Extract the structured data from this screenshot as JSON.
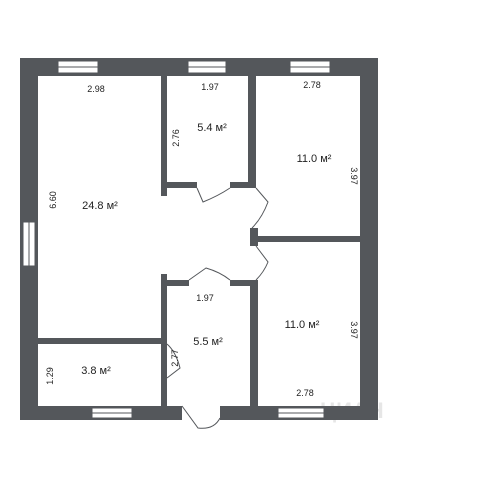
{
  "rooms": [
    {
      "id": "living",
      "area": "24.8 м²",
      "width": "2.98",
      "height": "6.60"
    },
    {
      "id": "bath-top",
      "area": "5.4 м²",
      "width": "1.97",
      "height": "2.76"
    },
    {
      "id": "bedroom-top",
      "area": "11.0 м²",
      "width": "2.78",
      "height": "3.97"
    },
    {
      "id": "hall",
      "area": "5.5 м²",
      "width": "1.97",
      "height": "2.77"
    },
    {
      "id": "bedroom-bottom",
      "area": "11.0 м²",
      "width": "2.78",
      "height": "3.97"
    },
    {
      "id": "storage",
      "area": "3.8 м²",
      "height": "1.29"
    }
  ],
  "watermark": "ЦИАН",
  "colors": {
    "wall": "#54575b",
    "background": "#ffffff"
  }
}
